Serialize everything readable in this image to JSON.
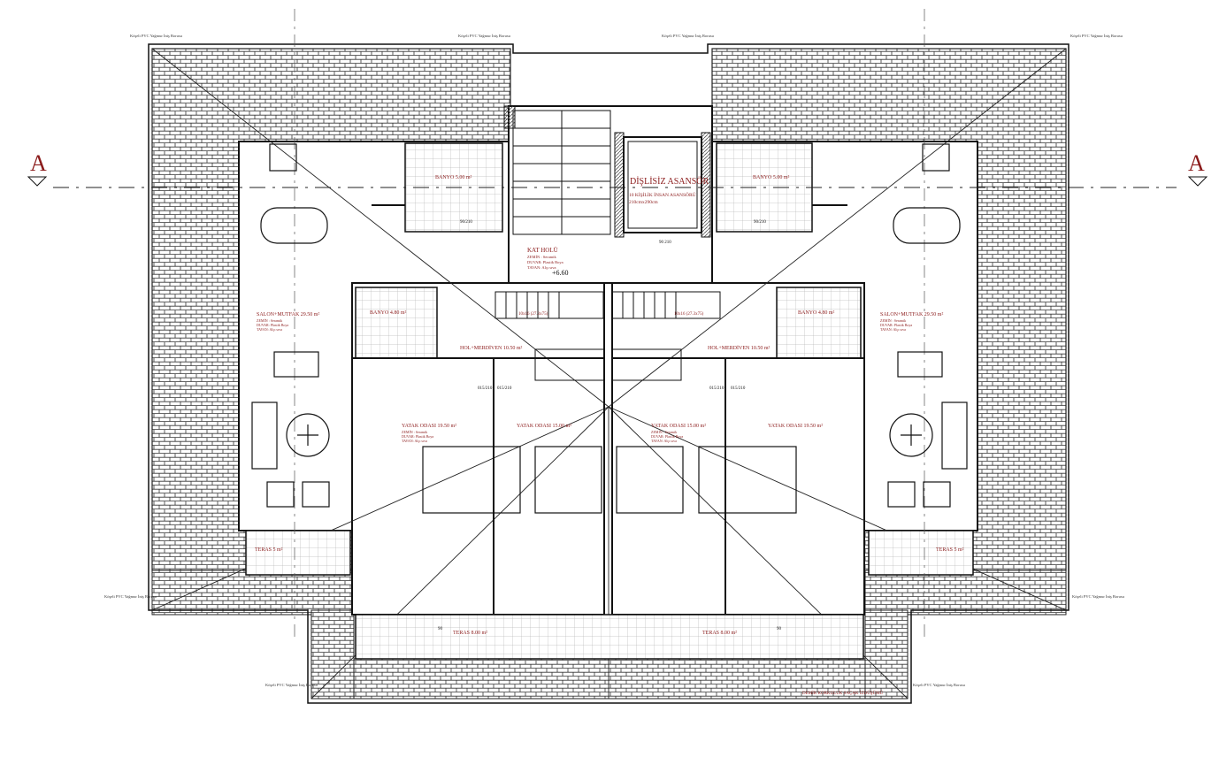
{
  "plan": {
    "section_left": "A",
    "section_right": "A",
    "gutter_labels": [
      "Köşeli PVC Yağmur İniş Borusu",
      "Köşeli PVC Yağmur İniş Borusu",
      "Köşeli PVC Yağmur İniş Borusu",
      "Köşeli PVC Yağmur İniş Borusu",
      "Köşeli PVC Yağmur İniş Borusu",
      "Köşeli PVC Yağmur İniş Borusu",
      "Köşeli PVC Yağmur İniş Borusu",
      "Köşeli PVC Yağmur İniş Borusu"
    ],
    "elevator": {
      "title": "DİŞLİSİZ ASANSÖR",
      "line1": "10 KİŞİLİK İNSAN ASANSÖRÜ",
      "line2": "210cmx290cm",
      "door": "90\n210"
    },
    "kat_holu": {
      "name": "KAT HOLÜ",
      "zemin": "ZEMİN : Seramik",
      "duvar": "DUVAR: Plastik Boya",
      "tavan": "TAVAN: Alçı sıva",
      "level": "+6.60"
    },
    "rooms_left": {
      "salon": "SALON+MUTFAK 29.50 m²",
      "banyo_top": "BANYO 5.00 m²",
      "banyo_mid": "BANYO 4.80 m²",
      "hol": "HOL+MERDİVEN 10.50 m²",
      "yatak1": "YATAK ODASI 19.50 m²",
      "yatak2": "YATAK ODASI 15.00 m²",
      "teras_small": "TERAS 5 m²",
      "teras_big": "TERAS 8.00 m²"
    },
    "rooms_right": {
      "salon": "SALON+MUTFAK 29.50 m²",
      "banyo_top": "BANYO 5.00 m²",
      "banyo_mid": "BANYO 4.80 m²",
      "hol": "HOL+MERDİVEN 10.50 m²",
      "yatak1": "YATAK ODASI 15.00 m²",
      "yatak2": "YATAK ODASI 19.50 m²",
      "teras_small": "TERAS 5 m²",
      "teras_big": "TERAS 8.00 m²"
    },
    "finish": {
      "zemin": "ZEMİN : Seramik",
      "duvar": "DUVAR: Plastik Boya",
      "tavan": "TAVAN: Alçı sıva"
    },
    "dims": {
      "d1": "015/210",
      "d2": "015/210",
      "d3": "015/210",
      "d4": "015/210",
      "d5": "90/210",
      "d6": "90/210",
      "w1": "90",
      "w2": "90"
    },
    "stair_labels": {
      "left": "10x16 (27.3x75)",
      "right": "10x16 (27.3x75)"
    },
    "bottom_note": "DEMİR KORKULUK SAÇAK İZDÜŞÜMÜ",
    "colors": {
      "ink": "#1a1a1a",
      "annotation": "#8b1a1a"
    }
  }
}
